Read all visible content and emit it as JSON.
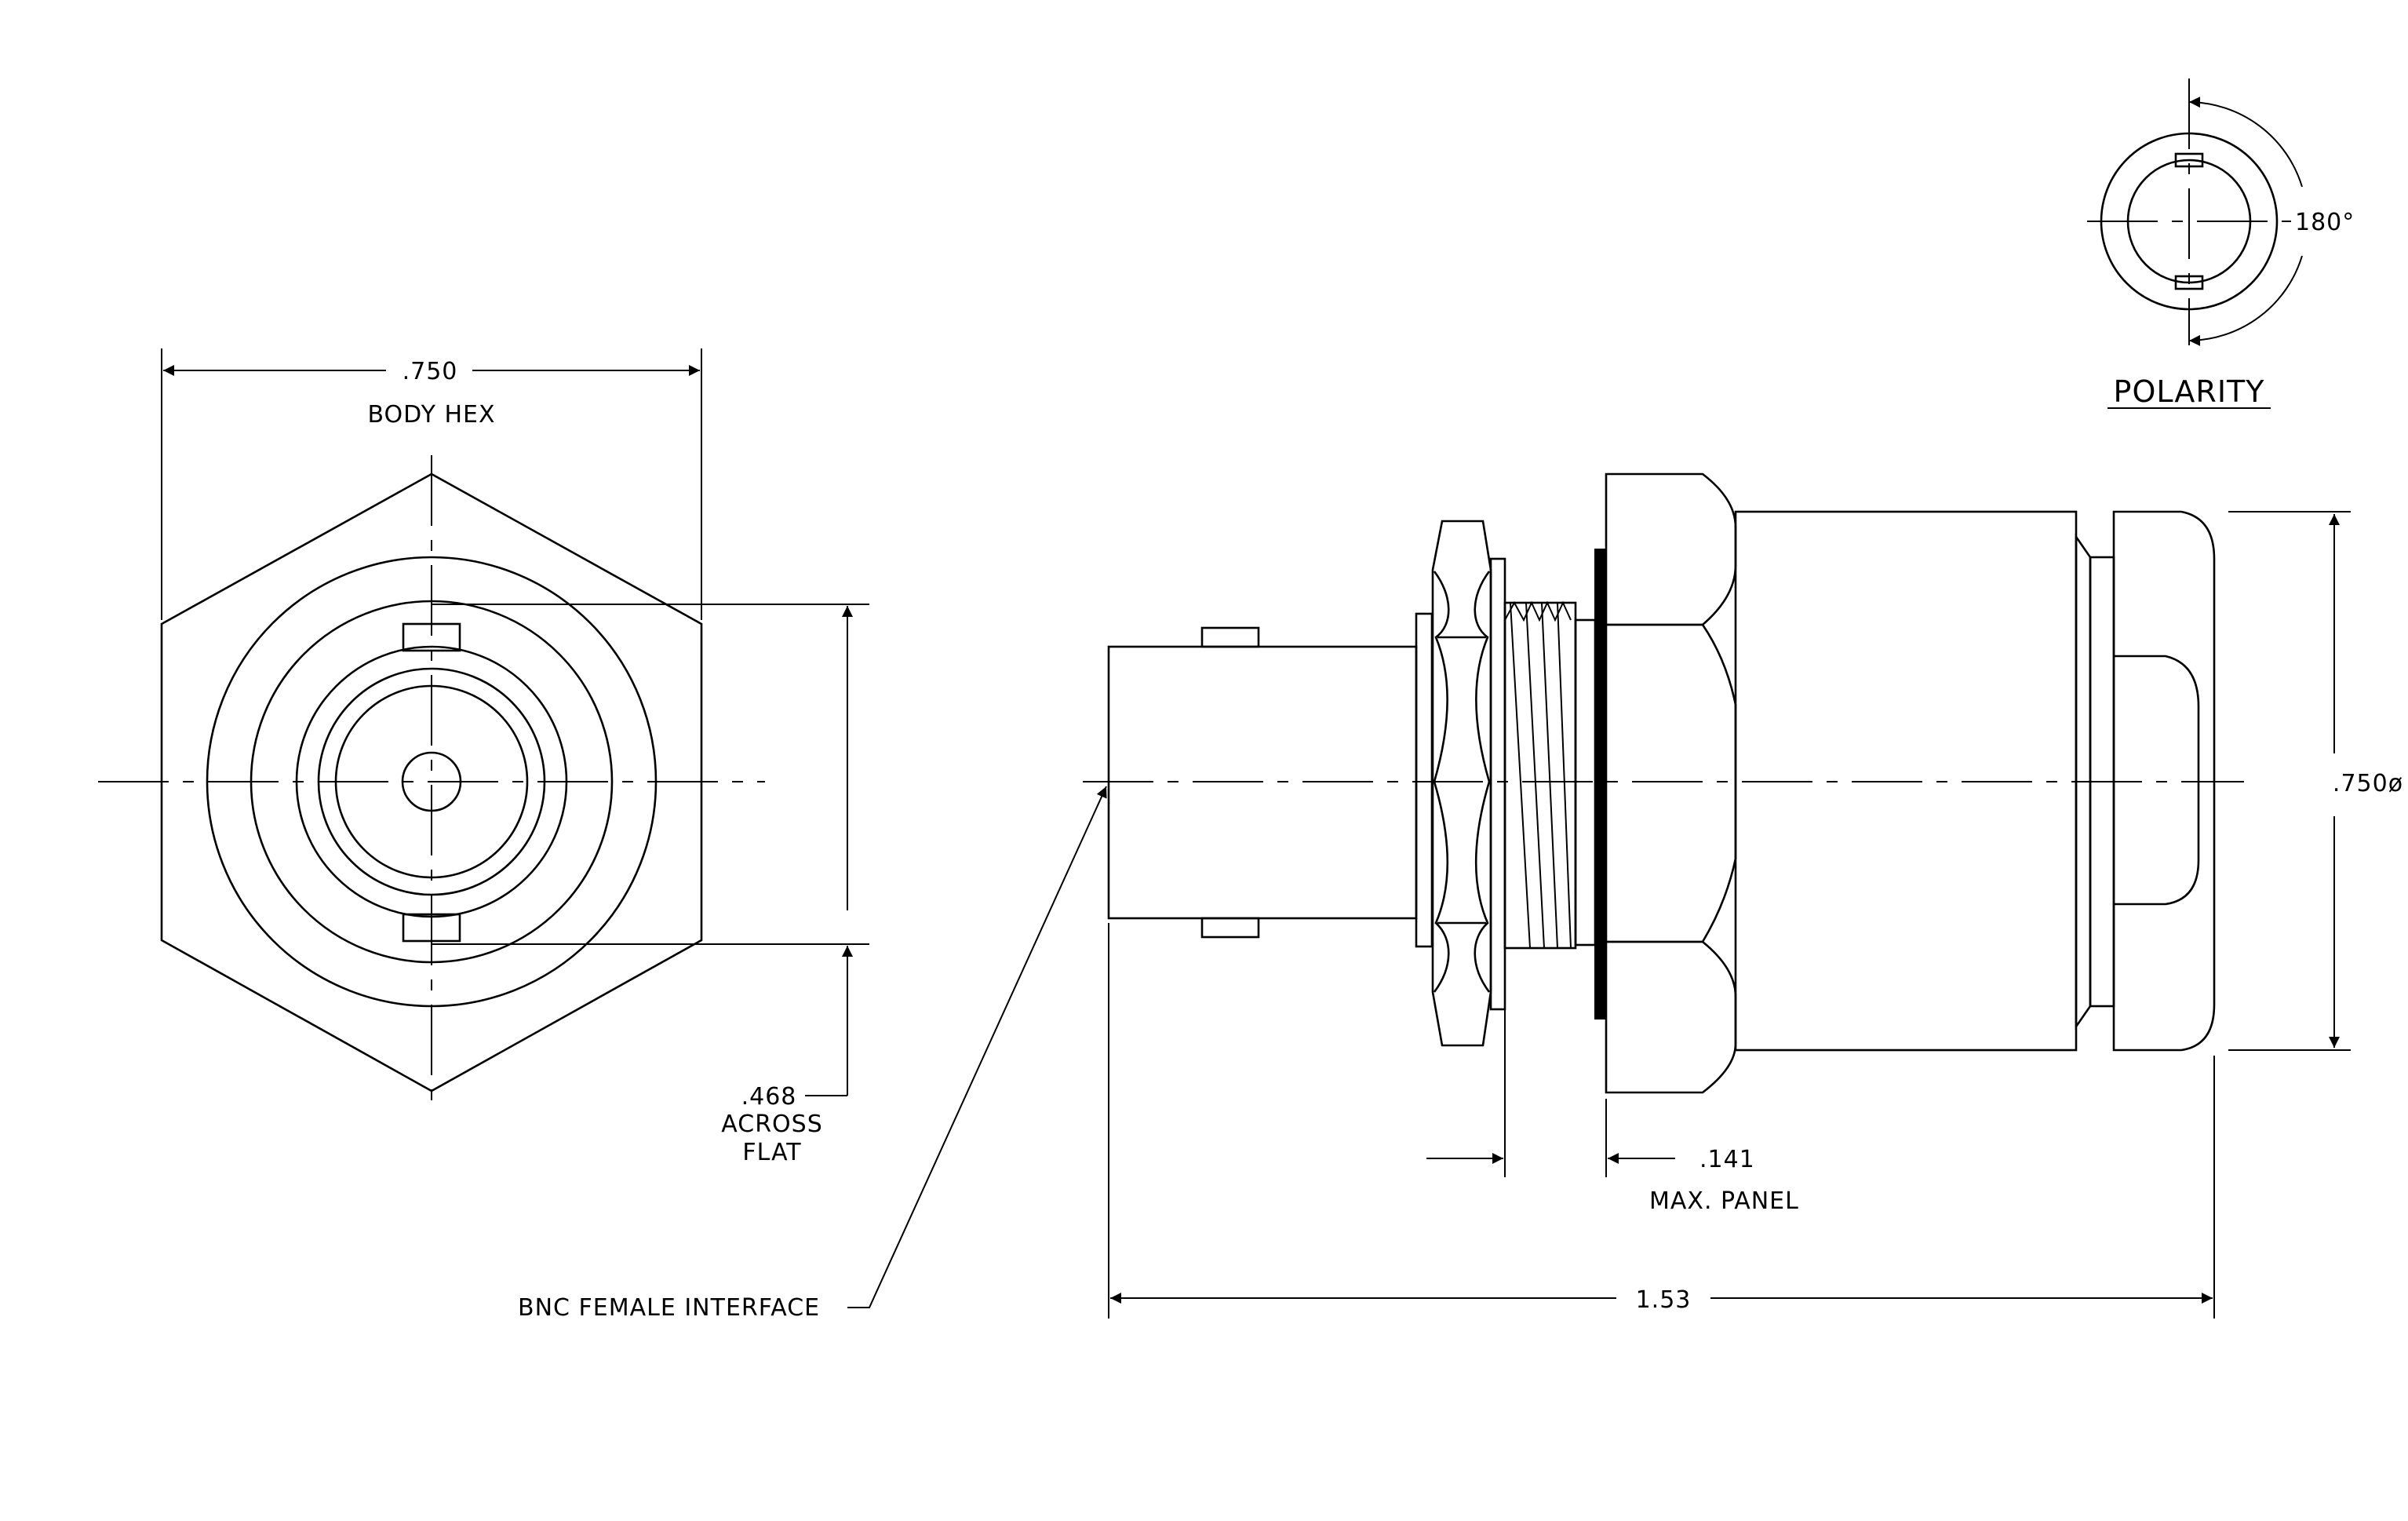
{
  "drawing": {
    "polarity": {
      "angle": "180°",
      "title": "POLARITY"
    },
    "front_view": {
      "body_hex_value": ".750",
      "body_hex_label": "BODY HEX",
      "across_flat_value": ".468",
      "across_flat_line1": "ACROSS",
      "across_flat_line2": "FLAT"
    },
    "side_view": {
      "diameter": ".750ø",
      "max_panel_value": ".141",
      "max_panel_label": "MAX. PANEL",
      "overall_length": "1.53",
      "interface_label": "BNC FEMALE INTERFACE"
    }
  }
}
